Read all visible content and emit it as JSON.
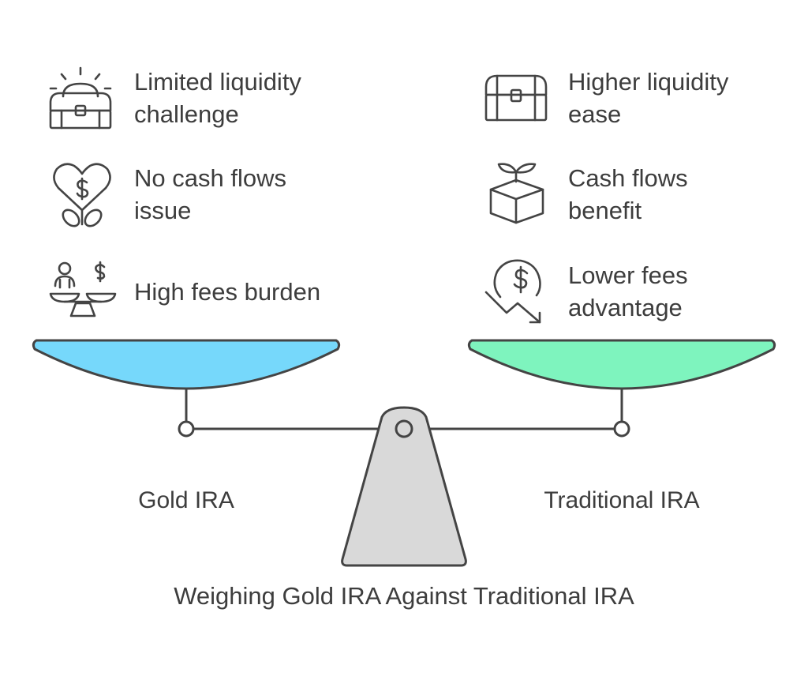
{
  "colors": {
    "left_pan": "#76d8fb",
    "right_pan": "#7ef4be",
    "stroke": "#444444",
    "fulcrum": "#d9d9d9"
  },
  "left": {
    "name": "Gold IRA",
    "items": [
      {
        "line1": "Limited liquidity",
        "line2": "challenge",
        "icon": "treasure-chest-shining-icon"
      },
      {
        "line1": "No cash flows",
        "line2": "issue",
        "icon": "heart-dollar-sprout-icon"
      },
      {
        "line1": "High fees burden",
        "line2": "",
        "icon": "person-dollar-scale-icon"
      }
    ]
  },
  "right": {
    "name": "Traditional IRA",
    "items": [
      {
        "line1": "Higher liquidity",
        "line2": "ease",
        "icon": "treasure-chest-icon"
      },
      {
        "line1": "Cash flows",
        "line2": "benefit",
        "icon": "box-sprout-icon"
      },
      {
        "line1": "Lower fees",
        "line2": "advantage",
        "icon": "dollar-down-trend-icon"
      }
    ]
  },
  "title": "Weighing Gold IRA Against Traditional IRA"
}
